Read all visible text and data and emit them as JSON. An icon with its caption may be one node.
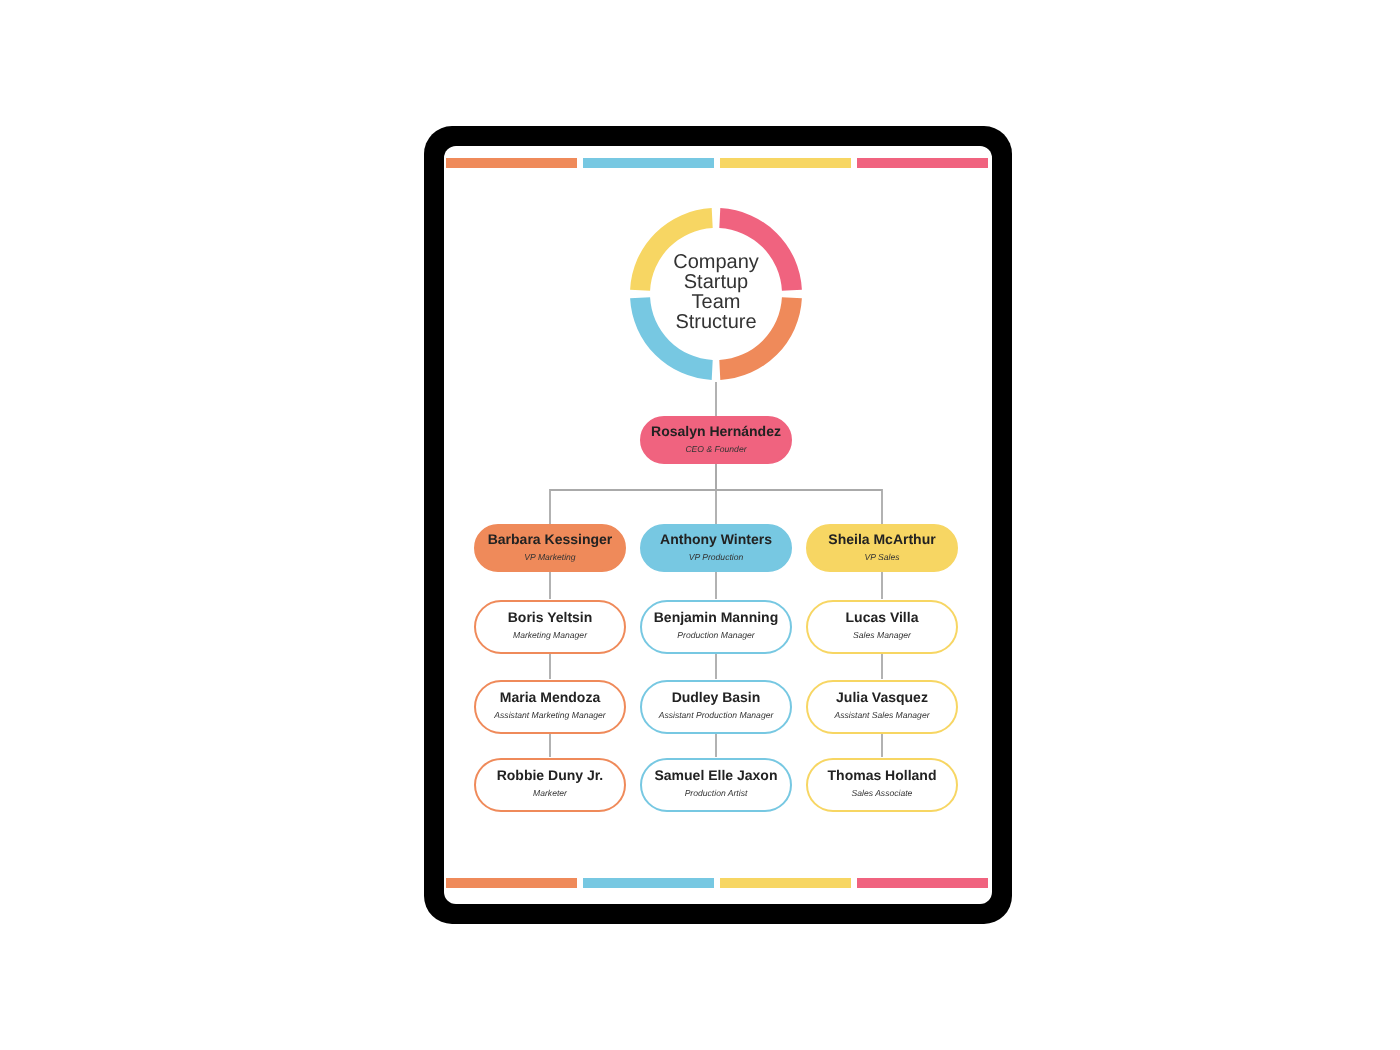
{
  "diagram": {
    "nodes": [
      {
        "text": [
          "Company Startup Team Structure"
        ]
      },
      {
        "text": [
          "Rosalyn Hernández",
          "CEO & Founder"
        ]
      },
      {
        "text": [
          "Barbara Kessinger",
          "VP Marketing"
        ]
      },
      {
        "text": [
          "Anthony Winters",
          "VP Production"
        ]
      },
      {
        "text": [
          "Sheila McArthur",
          "VP Sales"
        ]
      },
      {
        "text": [
          "Boris Yeltsin",
          "Marketing Manager"
        ]
      },
      {
        "text": [
          "Benjamin Manning",
          "Production Manager"
        ]
      },
      {
        "text": [
          "Lucas Villa",
          "Sales Manager"
        ]
      },
      {
        "text": [
          "Maria Mendoza",
          "Assistant Marketing Manager"
        ]
      },
      {
        "text": [
          "Dudley Basin",
          "Assistant Production Manager"
        ]
      },
      {
        "text": [
          "Julia Vasquez",
          "Assistant Sales Manager"
        ]
      },
      {
        "text": [
          "Robbie Duny Jr.",
          "Marketer"
        ]
      },
      {
        "text": [
          "Samuel Elle Jaxon",
          "Production Artist"
        ]
      },
      {
        "text": [
          "Thomas Holland",
          "Sales Associate"
        ]
      }
    ],
    "edges": [
      {
        "from": 0,
        "to": 1,
        "arrow": "none"
      },
      {
        "from": 1,
        "to": 2,
        "arrow": "none"
      },
      {
        "from": 1,
        "to": 3,
        "arrow": "none"
      },
      {
        "from": 1,
        "to": 4,
        "arrow": "none"
      },
      {
        "from": 2,
        "to": 5,
        "arrow": "none"
      },
      {
        "from": 5,
        "to": 8,
        "arrow": "none"
      },
      {
        "from": 8,
        "to": 11,
        "arrow": "none"
      },
      {
        "from": 3,
        "to": 6,
        "arrow": "none"
      },
      {
        "from": 6,
        "to": 9,
        "arrow": "none"
      },
      {
        "from": 9,
        "to": 12,
        "arrow": "none"
      },
      {
        "from": 4,
        "to": 7,
        "arrow": "none"
      },
      {
        "from": 7,
        "to": 10,
        "arrow": "none"
      },
      {
        "from": 10,
        "to": 13,
        "arrow": "none"
      }
    ]
  }
}
